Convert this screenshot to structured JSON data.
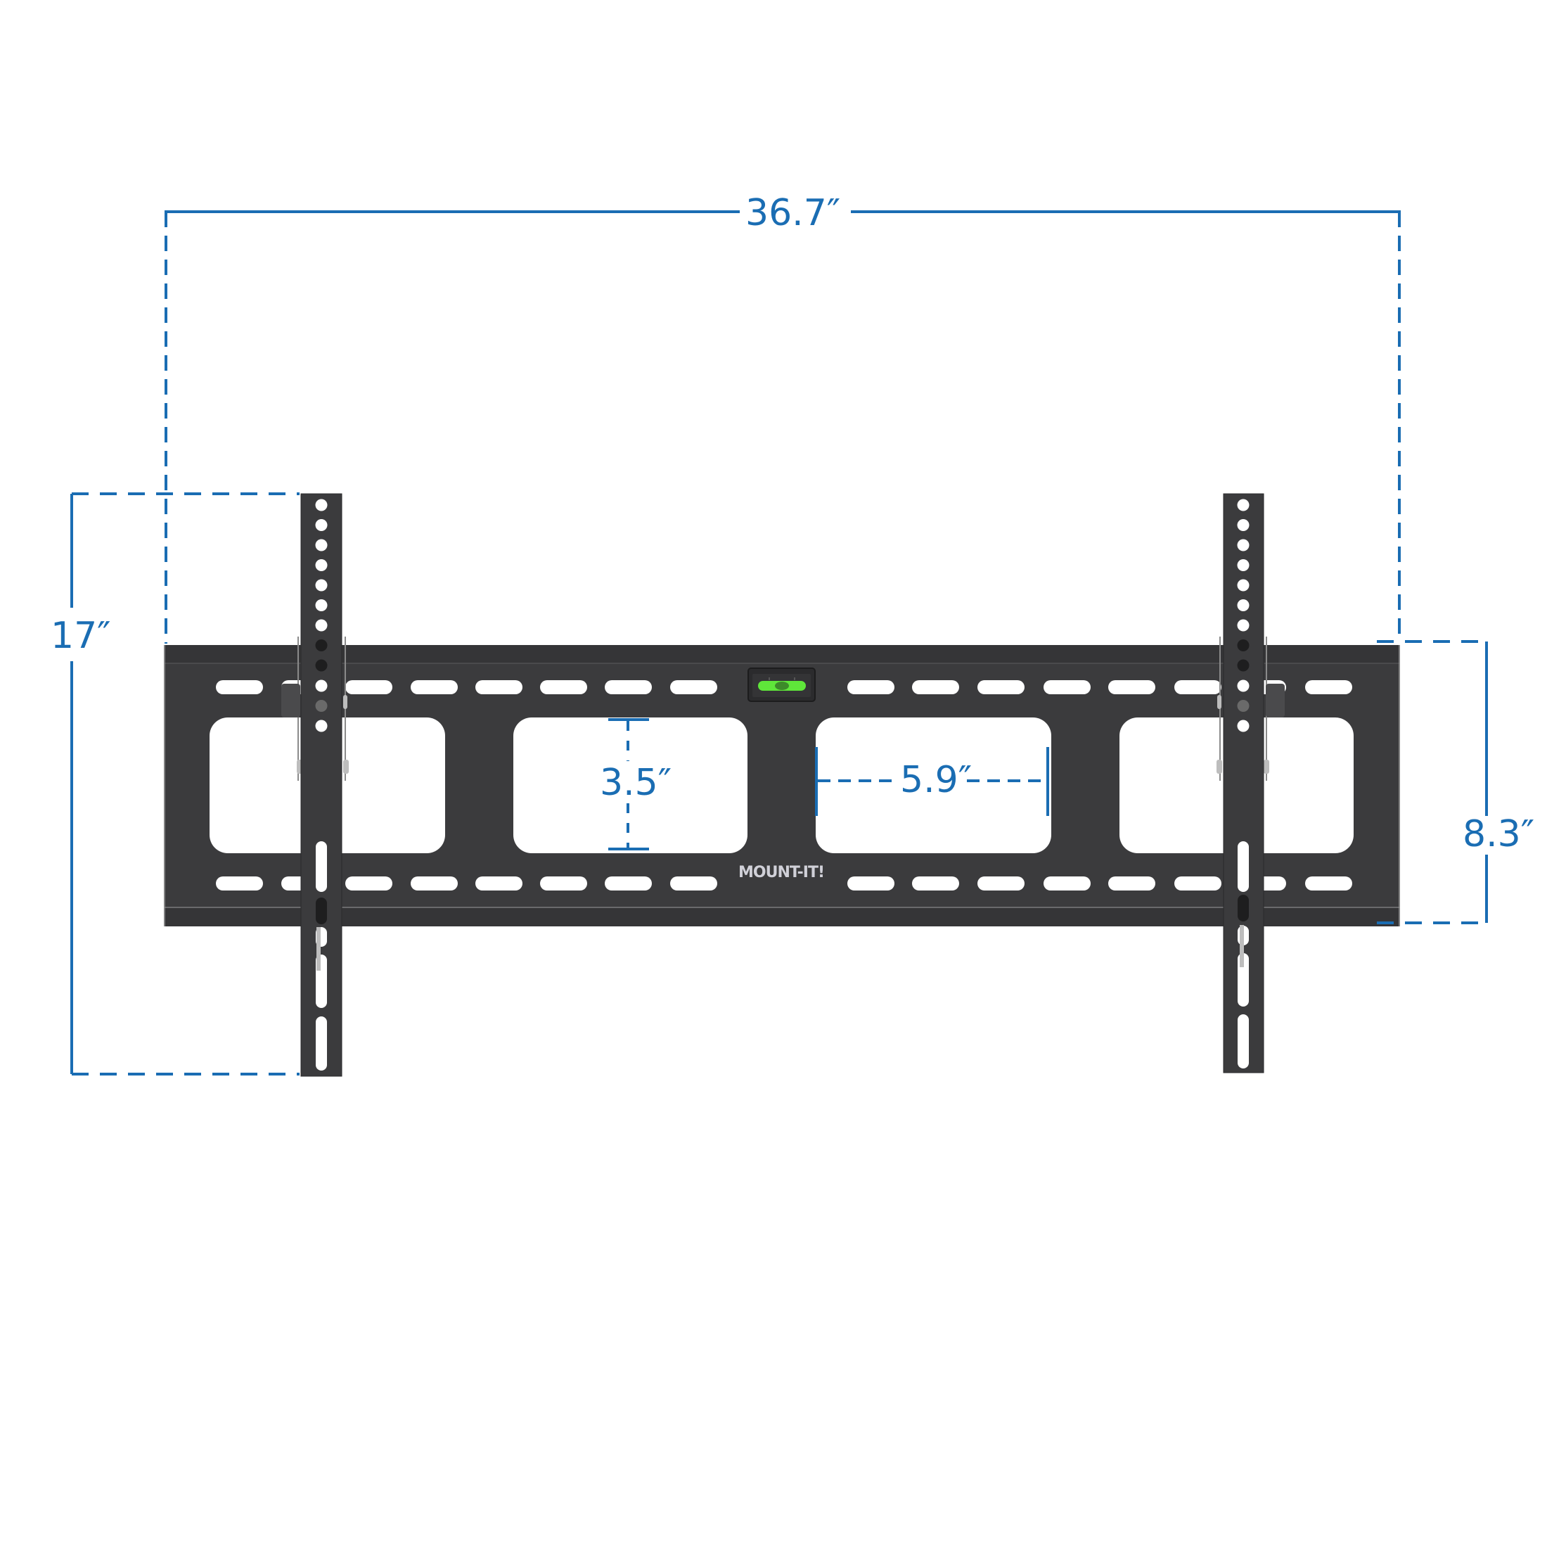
{
  "product": {
    "type": "Tilting TV wall mount",
    "brand_logo": "MOUNT-IT!"
  },
  "dimensions": {
    "overall_width": "36.7″",
    "bracket_height": "17″",
    "plate_height": "8.3″",
    "window_height": "3.5″",
    "window_width": "5.9″"
  },
  "colors": {
    "dimension_blue": "#1a6db3",
    "steel_black": "#3b3b3d",
    "steel_edge": "#2a2a2b",
    "level_green": "#5fe63a",
    "logo_gray": "#d0d0d8",
    "background": "#ffffff"
  },
  "icons": {
    "bubble_level": "bubble-level-icon"
  }
}
